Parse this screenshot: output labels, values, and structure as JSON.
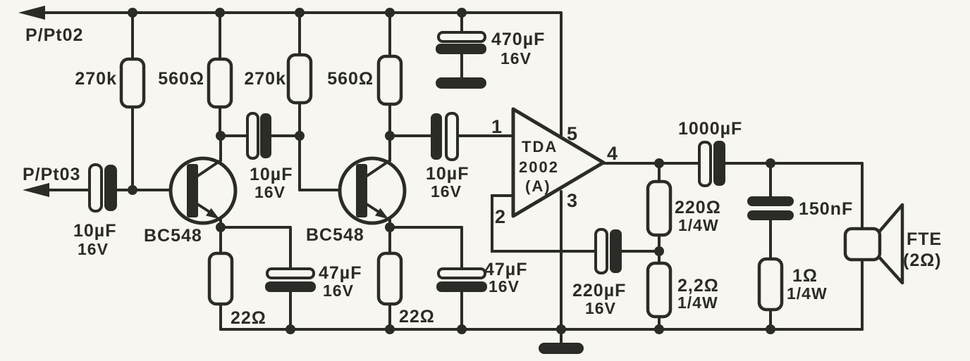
{
  "schematic": {
    "colors": {
      "ink": "#2b2b28",
      "paper": "#f7f6f1"
    },
    "ports": {
      "supply_rail": "P/Pt02",
      "input": "P/Pt03"
    },
    "ic": {
      "name1": "TDA",
      "name2": "2002",
      "name3": "(A)",
      "pin_input": "1",
      "pin_feedback": "2",
      "pin_ground": "3",
      "pin_output": "4",
      "pin_supply": "5"
    },
    "transistors": {
      "q1": "BC548",
      "q2": "BC548"
    },
    "resistors": {
      "r1": "270k",
      "r2": "560Ω",
      "r3": "270k",
      "r4": "560Ω",
      "r5": "22Ω",
      "r6": "22Ω",
      "r7": "220Ω",
      "r7_power": "1/4W",
      "r8": "2,2Ω",
      "r8_power": "1/4W",
      "r9": "1Ω",
      "r9_power": "1/4W"
    },
    "capacitors": {
      "c_supply": "470µF",
      "c_supply_v": "16V",
      "c_input": "10µF",
      "c_input_v": "16V",
      "c_coupling1": "10µF",
      "c_coupling1_v": "16V",
      "c_coupling2": "10µF",
      "c_coupling2_v": "16V",
      "c_bypass1": "47µF",
      "c_bypass1_v": "16V",
      "c_bypass2": "47µF",
      "c_bypass2_v": "16V",
      "c_output": "1000µF",
      "c_feedback": "220µF",
      "c_feedback_v": "16V",
      "c_filter": "150nF"
    },
    "speaker": {
      "name": "FTE",
      "impedance": "(2Ω)"
    }
  }
}
